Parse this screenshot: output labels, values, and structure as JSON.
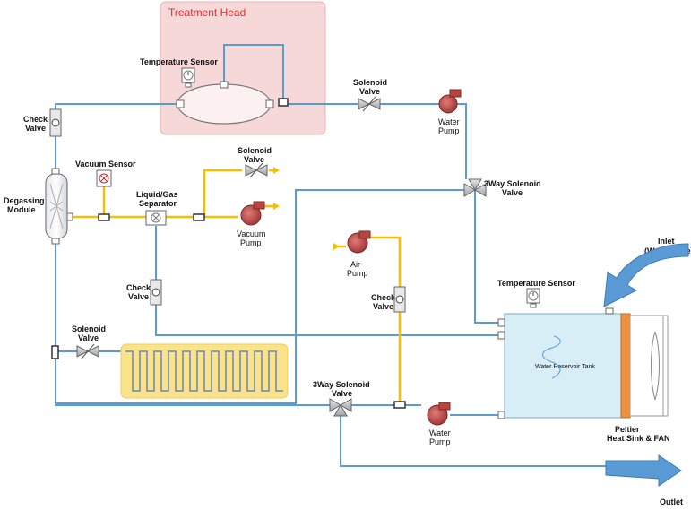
{
  "labels": {
    "treatment_head": "Treatment Head",
    "temp_sensor_top": "Temperature Sensor",
    "solenoid_top_1": "Solenoid",
    "solenoid_top_2": "Valve",
    "water_pump_top_1": "Water",
    "water_pump_top_2": "Pump",
    "check_valve_left_1": "Check",
    "check_valve_left_2": "Valve",
    "vacuum_sensor": "Vacuum Sensor",
    "solenoid_mid_1": "Solenoid",
    "solenoid_mid_2": "Valve",
    "three_way_top_1": "3Way Solenoid",
    "three_way_top_2": "Valve",
    "degassing_1": "Degassing",
    "degassing_2": "Module",
    "separator_1": "Liquid/Gas",
    "separator_2": "Separator",
    "vacuum_pump_1": "Vacuum",
    "vacuum_pump_2": "Pump",
    "air_pump_1": "Air",
    "air_pump_2": "Pump",
    "inlet_1": "Inlet",
    "inlet_2": "(Water & Ice)",
    "check_valve_mid_1": "Check",
    "check_valve_mid_2": "Valve",
    "check_valve_right_1": "Check",
    "check_valve_right_2": "Valve",
    "temp_sensor_tank": "Temperature Sensor",
    "solenoid_bottom_1": "Solenoid",
    "solenoid_bottom_2": "Valve",
    "water_reservoir": "Water Reservoir Tank",
    "three_way_bottom_1": "3Way Solenoid",
    "three_way_bottom_2": "Valve",
    "water_pump_bottom_1": "Water",
    "water_pump_bottom_2": "Pump",
    "peltier_1": "Peltier",
    "peltier_2": "Heat Sink & FAN",
    "outlet": "Outlet"
  },
  "colors": {
    "water_pipe": "#5b9bd5",
    "gas_pipe": "#f5c000",
    "pump": "#c0504d",
    "treatment_bg": "#f6d8d8",
    "tank_fill": "#d8eef6",
    "peltier": "#f0903a",
    "coil_bg": "#fbe38a",
    "arrow": "#5b9bd5"
  }
}
